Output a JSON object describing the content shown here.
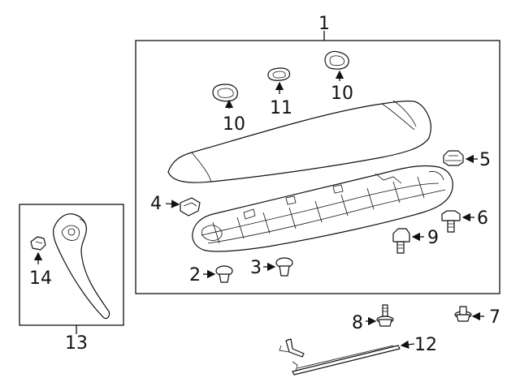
{
  "callouts": {
    "c1": "1",
    "c2": "2",
    "c3": "3",
    "c4": "4",
    "c5": "5",
    "c6": "6",
    "c7": "7",
    "c8": "8",
    "c9": "9",
    "c10a": "10",
    "c10b": "10",
    "c11": "11",
    "c12": "12",
    "c13": "13",
    "c14": "14"
  }
}
